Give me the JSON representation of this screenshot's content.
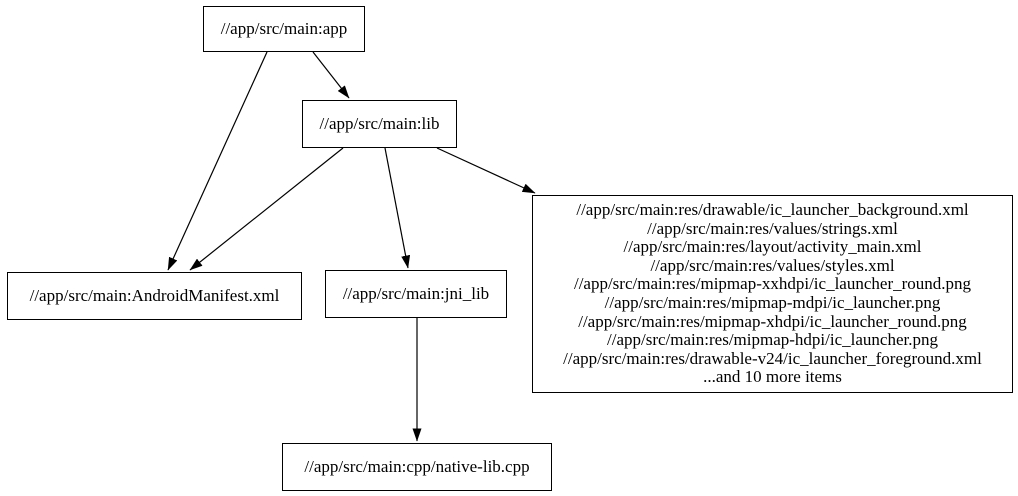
{
  "graph": {
    "type": "directed-dependency-graph",
    "background_color": "#ffffff",
    "node_border_color": "#000000",
    "edge_color": "#000000",
    "text_color": "#000000",
    "nodes": {
      "app": {
        "label": "//app/src/main:app"
      },
      "lib": {
        "label": "//app/src/main:lib"
      },
      "manifest": {
        "label": "//app/src/main:AndroidManifest.xml"
      },
      "jni_lib": {
        "label": "//app/src/main:jni_lib"
      },
      "cpp": {
        "label": "//app/src/main:cpp/native-lib.cpp"
      },
      "resources": {
        "lines": [
          "//app/src/main:res/drawable/ic_launcher_background.xml",
          "//app/src/main:res/values/strings.xml",
          "//app/src/main:res/layout/activity_main.xml",
          "//app/src/main:res/values/styles.xml",
          "//app/src/main:res/mipmap-xxhdpi/ic_launcher_round.png",
          "//app/src/main:res/mipmap-mdpi/ic_launcher.png",
          "//app/src/main:res/mipmap-xhdpi/ic_launcher_round.png",
          "//app/src/main:res/mipmap-hdpi/ic_launcher.png",
          "//app/src/main:res/drawable-v24/ic_launcher_foreground.xml",
          "...and 10 more items"
        ]
      }
    },
    "edges": [
      {
        "from": "app",
        "to": "lib"
      },
      {
        "from": "app",
        "to": "manifest"
      },
      {
        "from": "lib",
        "to": "manifest"
      },
      {
        "from": "lib",
        "to": "jni_lib"
      },
      {
        "from": "lib",
        "to": "resources"
      },
      {
        "from": "jni_lib",
        "to": "cpp"
      }
    ]
  }
}
